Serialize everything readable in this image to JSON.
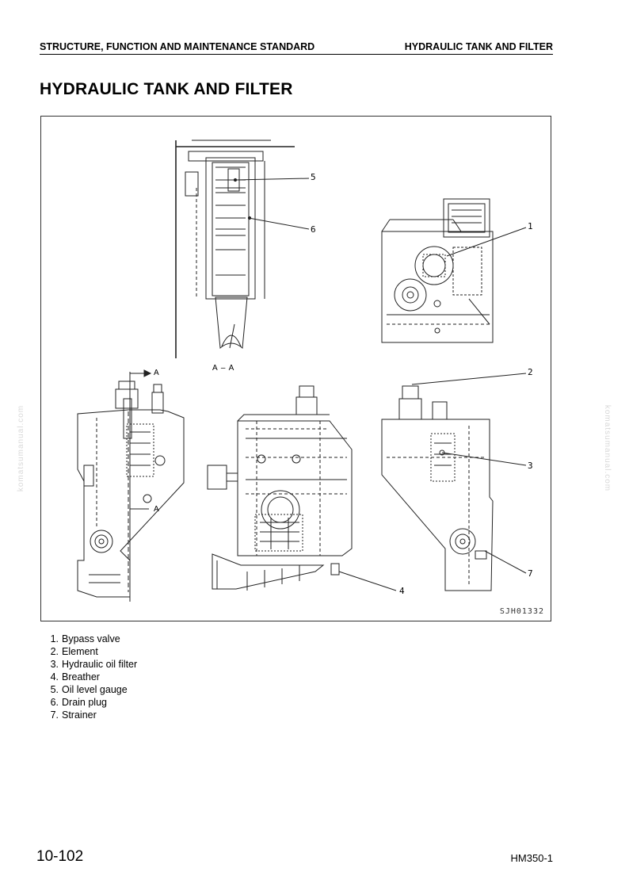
{
  "header": {
    "section": "STRUCTURE, FUNCTION AND MAINTENANCE STANDARD",
    "topic": "HYDRAULIC TANK AND FILTER"
  },
  "title": "HYDRAULIC TANK AND FILTER",
  "figure": {
    "id": "SJH01332",
    "section_label": "A – A",
    "section_marker": "A",
    "callouts": [
      "1",
      "2",
      "3",
      "4",
      "5",
      "6",
      "7"
    ]
  },
  "legend": [
    {
      "num": "1.",
      "text": "Bypass valve"
    },
    {
      "num": "2.",
      "text": "Element"
    },
    {
      "num": "3.",
      "text": "Hydraulic oil filter"
    },
    {
      "num": "4.",
      "text": "Breather"
    },
    {
      "num": "5.",
      "text": "Oil level gauge"
    },
    {
      "num": "6.",
      "text": "Drain plug"
    },
    {
      "num": "7.",
      "text": "Strainer"
    }
  ],
  "watermark": "komatsumanual.com",
  "footer": {
    "page": "10-102",
    "model": "HM350-1"
  }
}
